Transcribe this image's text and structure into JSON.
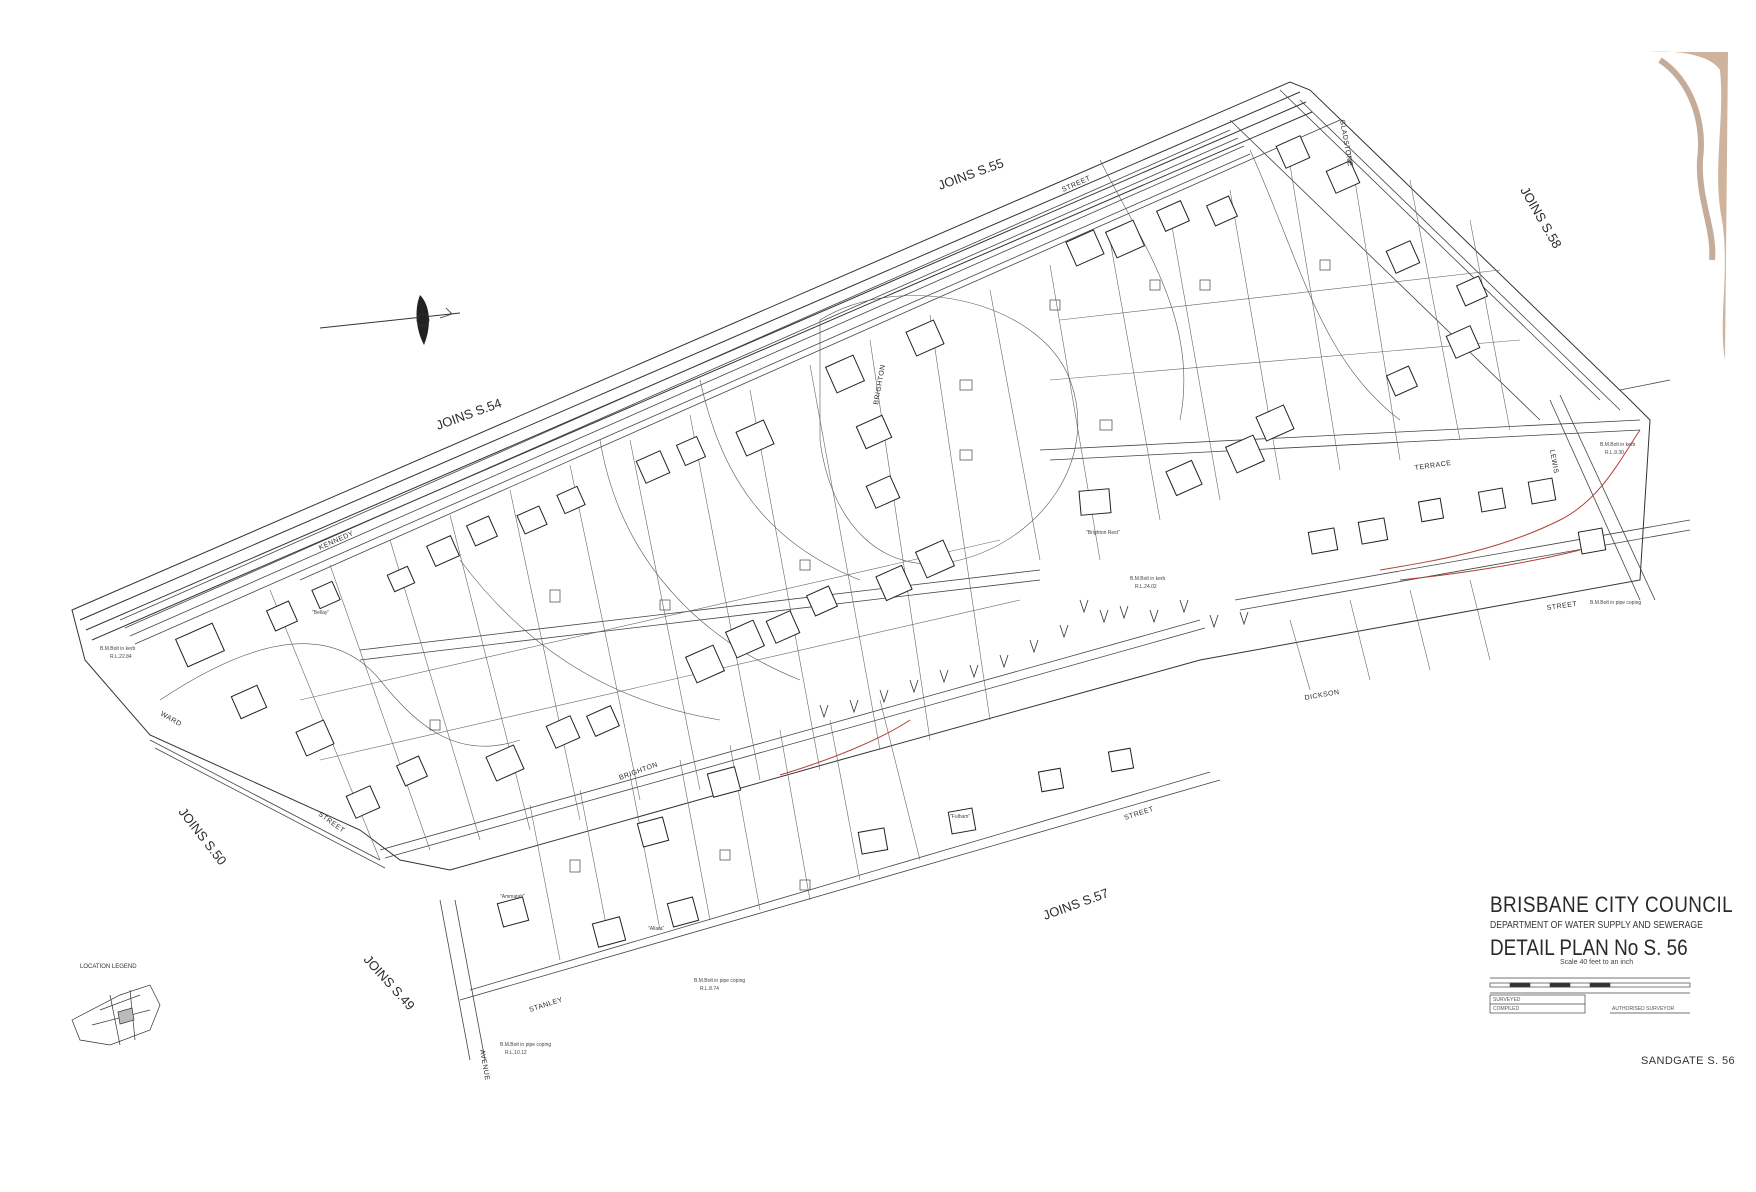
{
  "title_block": {
    "council": "BRISBANE CITY COUNCIL",
    "department": "DEPARTMENT OF WATER SUPPLY AND SEWERAGE",
    "plan": "DETAIL PLAN No S. 56",
    "scale_note": "Scale 40 feet to an inch",
    "sheet_ref": "SANDGATE  S. 56",
    "fields": {
      "surveyed": "SURVEYED",
      "compiled": "COMPILED",
      "authorised": "AUTHORISED SURVEYOR"
    }
  },
  "joins": {
    "s55": "JOINS S.55",
    "s54": "JOINS S.54",
    "s58": "JOINS S.58",
    "s50": "JOINS S.50",
    "s57": "JOINS S.57",
    "s49": "JOINS S.49"
  },
  "streets": {
    "top": "STREET",
    "kennedy": "KENNEDY",
    "gladstone": "GLADSTONE",
    "brighton1": "BRIGHTON",
    "brighton2": "BRIGHTON",
    "terrace": "TERRACE",
    "dickson": "DICKSON",
    "street_right": "STREET",
    "street_mid": "STREET",
    "street_left": "STREET",
    "stanley": "STANLEY",
    "avenue": "AVENUE",
    "ward": "WARD",
    "lewis": "LEWIS"
  },
  "benchmarks": {
    "bm1": "B.M.Bolt in kerb",
    "bm1_rl": "R.L.22.84",
    "bm2": "B.M.Bolt in kerb",
    "bm2_rl": "R.L.24.02",
    "bm3": "B.M.Bolt in kerb",
    "bm3_rl": "R.L.9.30",
    "bm4": "B.M.Bolt in pipe coping",
    "bm5": "B.M.Bolt in pipe coping",
    "bm5_rl": "R.L.8.74",
    "bm6": "B.M.Bolt in pipe coping",
    "bm6_rl": "R.L.10.12"
  },
  "house_names": {
    "h1": "\"Bellay\"",
    "h2": "\"Brighton Rest\"",
    "h3": "\"Fulham\"",
    "h4": "\"Ammatah\"",
    "h5": "\"Allara\""
  },
  "legend": {
    "title": "LOCATION  LEGEND"
  },
  "colors": {
    "ink": "#2b2b2b",
    "paper": "#ffffff",
    "red_ink": "#b0413a",
    "stain": "#a8754a"
  },
  "icons": {
    "north_arrow": "north-arrow-icon"
  }
}
